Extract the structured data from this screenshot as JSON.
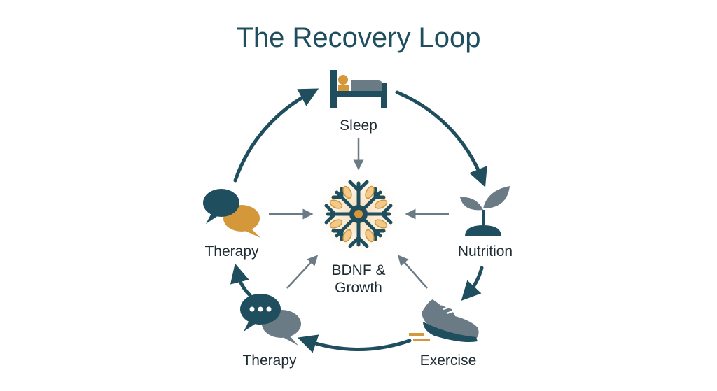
{
  "title": "The Recovery Loop",
  "center": {
    "label_line1": "BDNF &",
    "label_line2": "Growth",
    "icon": "neuron-icon"
  },
  "nodes": {
    "sleep": {
      "label": "Sleep",
      "icon": "bed-icon"
    },
    "nutrition": {
      "label": "Nutrition",
      "icon": "sprout-icon"
    },
    "exercise": {
      "label": "Exercise",
      "icon": "running-shoe-icon"
    },
    "therapy_bottom": {
      "label": "Therapy",
      "icon": "speech-bubbles-dots-icon"
    },
    "therapy_left": {
      "label": "Therapy",
      "icon": "speech-bubbles-icon"
    }
  },
  "colors": {
    "primary": "#1f4e5f",
    "accent": "#d4973a",
    "secondary": "#6b7b85",
    "arrow_inner": "#6b7b85"
  }
}
